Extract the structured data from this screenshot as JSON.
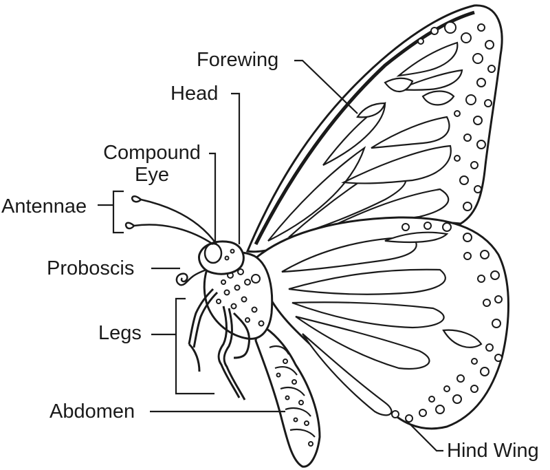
{
  "labels": {
    "forewing": "Forewing",
    "head": "Head",
    "compound_eye_line1": "Compound",
    "compound_eye_line2": "Eye",
    "antennae": "Antennae",
    "proboscis": "Proboscis",
    "legs": "Legs",
    "abdomen": "Abdomen",
    "hind_wing": "Hind Wing"
  },
  "colors": {
    "ink": "#1a1a1a",
    "background": "#ffffff"
  }
}
